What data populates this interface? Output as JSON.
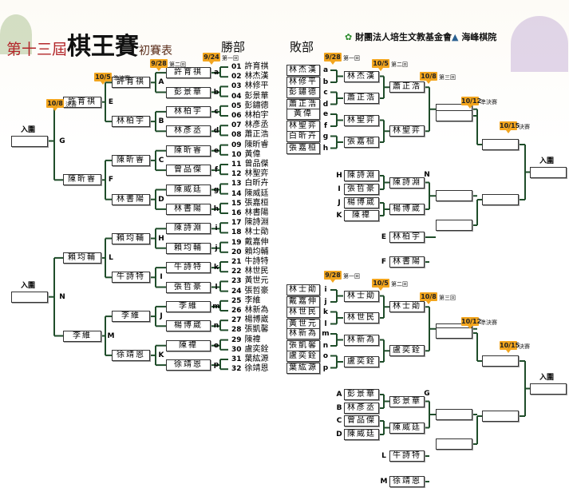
{
  "header": {
    "title_pre": "第十三屆",
    "title_big": "棋王賽",
    "title_post": "初賽表",
    "winners_label": "勝部",
    "losers_label": "敗部",
    "org1": "財團法人培生文教基金會",
    "org2": "海峰棋院",
    "entry_label": "入圍"
  },
  "rounds": {
    "r1": "第一回",
    "r2": "第二回",
    "r3": "第三回",
    "semi": "準決賽",
    "final": "決賽"
  },
  "dates": {
    "d1": "9/24",
    "d2": "9/28",
    "d3": "10/5",
    "d4": "10/8",
    "d5": "10/12",
    "d6": "10/15"
  },
  "players": [
    "許育祺",
    "林杰漢",
    "林修平",
    "彭景華",
    "彭鏽德",
    "林柏宇",
    "林彥丞",
    "蕭正浩",
    "陳昕睿",
    "黃偉",
    "曾品傑",
    "林聖弈",
    "白昕卉",
    "陳威廷",
    "張嘉桓",
    "林書陽",
    "陳詩淵",
    "林士勛",
    "戴嘉伸",
    "賴均輔",
    "牛詩特",
    "林世民",
    "黃世元",
    "張哲豪",
    "李維",
    "林新為",
    "楊博崴",
    "張凱馨",
    "陳禕",
    "盧奕銓",
    "葉紘源",
    "徐靖恩"
  ],
  "winners": {
    "r1": [
      "許育祺",
      "彭景華",
      "林柏宇",
      "林彥丞",
      "陳昕睿",
      "曾品傑",
      "陳威廷",
      "林書陽",
      "陳詩淵",
      "賴均輔",
      "牛詩特",
      "張哲豪",
      "李維",
      "楊博崴",
      "陳禕",
      "徐靖恩"
    ],
    "r1_labels": [
      "a",
      "b",
      "c",
      "d",
      "e",
      "f",
      "g",
      "h",
      "i",
      "j",
      "k",
      "l",
      "m",
      "n",
      "o",
      "p"
    ],
    "r2": [
      "許育祺",
      "林柏宇",
      "陳昕睿",
      "林書陽",
      "賴均輔",
      "牛詩特",
      "李維",
      "徐靖恩"
    ],
    "r2_labels": [
      "A",
      "B",
      "C",
      "D",
      "H",
      "I",
      "J",
      "K"
    ],
    "r3": [
      "許育祺",
      "陳昕睿",
      "賴均輔",
      "李維"
    ],
    "r3_labels": [
      "E",
      "F",
      "L",
      "M"
    ],
    "r4_labels": [
      "G",
      "N"
    ]
  },
  "losers": {
    "r1": [
      "林杰漢",
      "林修平",
      "彭鏽德",
      "蕭正浩",
      "黃偉",
      "林聖弈",
      "白昕卉",
      "張嘉桓",
      "林士勛",
      "戴嘉伸",
      "林世民",
      "黃世元",
      "林新為",
      "張凱馨",
      "盧奕銓",
      "葉紘源"
    ],
    "r1_labels": [
      "a",
      "b",
      "c",
      "d",
      "e",
      "f",
      "g",
      "h",
      "i",
      "j",
      "k",
      "l",
      "m",
      "n",
      "o",
      "p"
    ],
    "r2": [
      "林杰漢",
      "蕭正浩",
      "林聖弈",
      "張嘉桓",
      "林士勛",
      "林世民",
      "林新為",
      "盧奕銓"
    ],
    "r2_drop": [
      "陳詩淵",
      "張哲豪",
      "楊博崴",
      "陳禕",
      "彭景華",
      "林彥丞",
      "曾品傑",
      "陳威廷"
    ],
    "r2_drop_labels": [
      "H",
      "I",
      "J",
      "K",
      "A",
      "B",
      "C",
      "D"
    ],
    "r3a": [
      "蕭正浩",
      "林聖弈",
      "陳詩淵",
      "楊博崴",
      "林士勛",
      "盧奕銓",
      "彭景華",
      "陳威廷"
    ],
    "r3b": [
      "林柏宇",
      "林書陽",
      "牛詩特",
      "徐靖恩"
    ],
    "r3b_labels": [
      "E",
      "F",
      "L",
      "M"
    ],
    "r3_result": [
      "林士勛",
      "盧奕銓",
      "彭景華",
      "陳威廷"
    ],
    "mid_labels": [
      "N",
      "G"
    ]
  },
  "colors": {
    "bracket": "#1f4d2a",
    "tag": "#f2a51e",
    "title": "#b3262a"
  }
}
